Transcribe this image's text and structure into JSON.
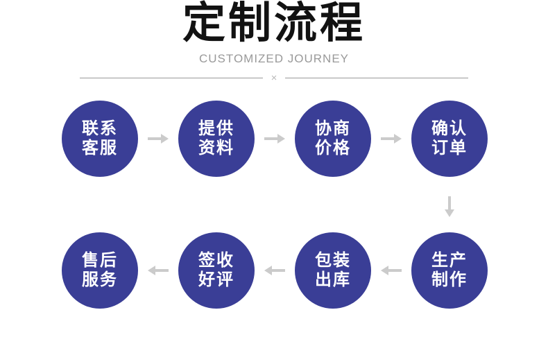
{
  "header": {
    "title": "定制流程",
    "subtitle": "CUSTOMIZED JOURNEY",
    "divider_symbol": "×"
  },
  "colors": {
    "circle_fill": "#3a3e96",
    "circle_text": "#ffffff",
    "arrow": "#cbcbcb",
    "title_text": "#121212",
    "subtitle_text": "#999999",
    "divider_line": "#999999",
    "background": "#ffffff"
  },
  "icons": {
    "arrow_right": "→",
    "arrow_left": "←",
    "arrow_down": "↓"
  },
  "flow": {
    "rows": [
      {
        "direction": "right",
        "steps": [
          {
            "lines": [
              "联系",
              "客服"
            ]
          },
          {
            "lines": [
              "提供",
              "资料"
            ]
          },
          {
            "lines": [
              "协商",
              "价格"
            ]
          },
          {
            "lines": [
              "确认",
              "订单"
            ]
          }
        ]
      },
      {
        "direction": "left",
        "steps": [
          {
            "lines": [
              "售后",
              "服务"
            ]
          },
          {
            "lines": [
              "签收",
              "好评"
            ]
          },
          {
            "lines": [
              "包装",
              "出库"
            ]
          },
          {
            "lines": [
              "生产",
              "制作"
            ]
          }
        ]
      }
    ]
  }
}
